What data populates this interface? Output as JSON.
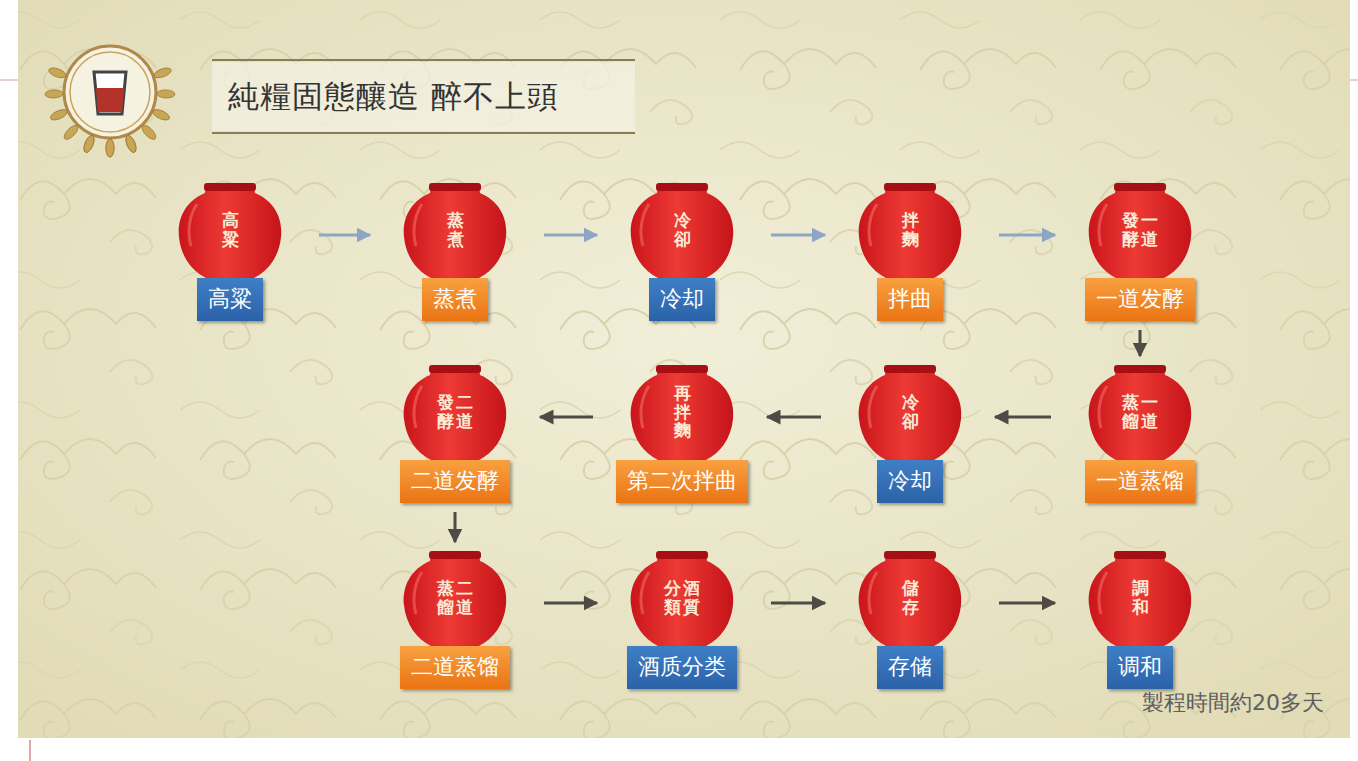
{
  "diagram": {
    "title": "純糧固態釀造 醉不上頭",
    "nodes": [
      {
        "text": [
          "高粱"
        ]
      },
      {
        "text": [
          "高粱"
        ],
        "in": 0
      },
      {
        "text": [
          "蒸煮"
        ]
      },
      {
        "text": [
          "蒸煮"
        ],
        "in": 2
      },
      {
        "text": [
          "冷卻"
        ]
      },
      {
        "text": [
          "冷却"
        ],
        "in": 4
      },
      {
        "text": [
          "拌麴"
        ]
      },
      {
        "text": [
          "拌曲"
        ],
        "in": 6
      },
      {
        "text": [
          "一道發酵"
        ]
      },
      {
        "text": [
          "一道发酵"
        ],
        "in": 8
      },
      {
        "text": [
          "一道蒸餾"
        ]
      },
      {
        "text": [
          "一道蒸馏"
        ],
        "in": 10
      },
      {
        "text": [
          "冷卻"
        ]
      },
      {
        "text": [
          "冷却"
        ],
        "in": 12
      },
      {
        "text": [
          "再拌麴"
        ]
      },
      {
        "text": [
          "第二次拌曲"
        ],
        "in": 14
      },
      {
        "text": [
          "二道發酵"
        ]
      },
      {
        "text": [
          "二道发酵"
        ],
        "in": 16
      },
      {
        "text": [
          "二道蒸餾"
        ]
      },
      {
        "text": [
          "二道蒸馏"
        ],
        "in": 18
      },
      {
        "text": [
          "酒質分類"
        ]
      },
      {
        "text": [
          "酒质分类"
        ],
        "in": 20
      },
      {
        "text": [
          "儲存"
        ]
      },
      {
        "text": [
          "存储"
        ],
        "in": 22
      },
      {
        "text": [
          "調和"
        ]
      },
      {
        "text": [
          "调和"
        ],
        "in": 24
      }
    ],
    "edges": [
      {
        "from": 0,
        "to": 2,
        "arrow": "to"
      },
      {
        "from": 2,
        "to": 4,
        "arrow": "to"
      },
      {
        "from": 4,
        "to": 6,
        "arrow": "to"
      },
      {
        "from": 6,
        "to": 8,
        "arrow": "to"
      },
      {
        "from": 8,
        "to": 10,
        "arrow": "to"
      },
      {
        "from": 10,
        "to": 12,
        "arrow": "to"
      },
      {
        "from": 12,
        "to": 14,
        "arrow": "to"
      },
      {
        "from": 14,
        "to": 16,
        "arrow": "to"
      },
      {
        "from": 16,
        "to": 18,
        "arrow": "to"
      },
      {
        "from": 18,
        "to": 20,
        "arrow": "to"
      },
      {
        "from": 20,
        "to": 22,
        "arrow": "to"
      },
      {
        "from": 22,
        "to": 24,
        "arrow": "to"
      }
    ],
    "labels": [
      "製程時間約20多天"
    ]
  }
}
